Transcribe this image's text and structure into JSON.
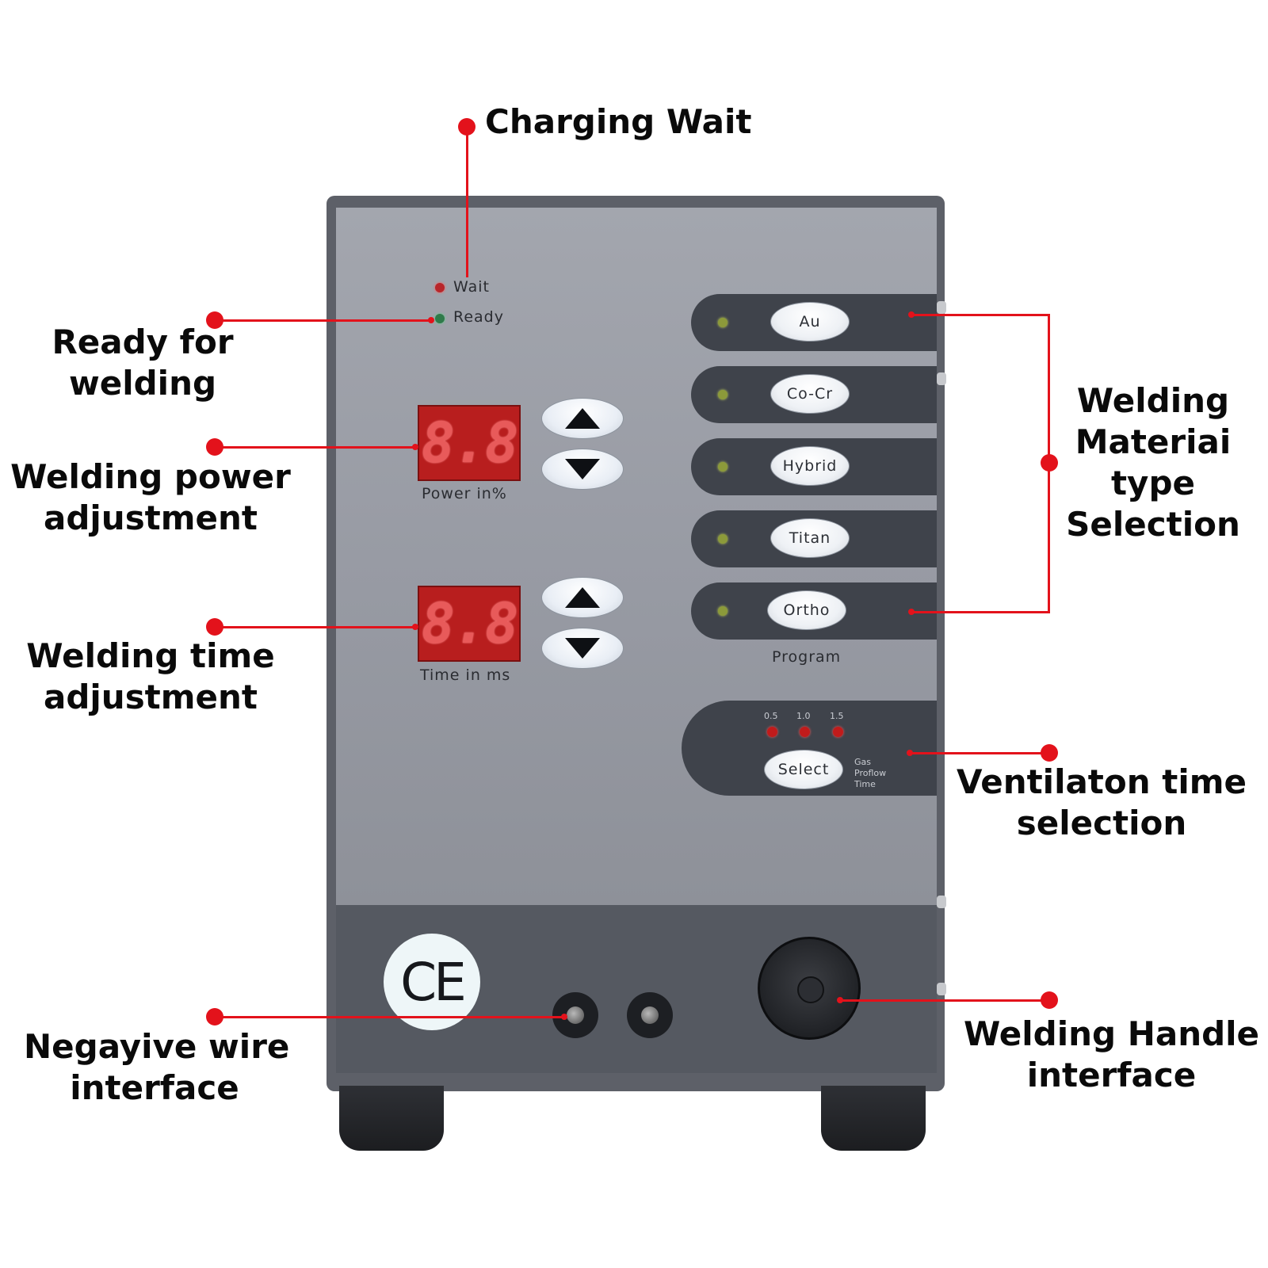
{
  "callouts": {
    "charging_wait": [
      "Charging Wait"
    ],
    "ready_for_welding": [
      "Ready for",
      "welding"
    ],
    "welding_power": [
      "Welding power",
      "adjustment"
    ],
    "welding_time": [
      "Welding time",
      "adjustment"
    ],
    "negative_wire": [
      "Negayive wire",
      "interface"
    ],
    "material_type": [
      "Welding",
      "Materiai",
      "type",
      "Selection"
    ],
    "ventilation_time": [
      "Ventilaton time",
      "selection"
    ],
    "welding_handle": [
      "Welding Handle",
      "interface"
    ]
  },
  "panel": {
    "wait_label": "Wait",
    "ready_label": "Ready",
    "power_display": "8.8",
    "power_label": "Power   in%",
    "time_display": "8.8",
    "time_label": "Time   in   ms",
    "materials": [
      "Au",
      "Co-Cr",
      "Hybrid",
      "Titan",
      "Ortho"
    ],
    "program_label": "Program",
    "vent_times": [
      "0.5",
      "1.0",
      "1.5"
    ],
    "select_label": "Select",
    "gas_label": [
      "Gas",
      "Proflow",
      "Time"
    ],
    "ce_mark": "CE"
  },
  "icons": {
    "up": "triangle-up",
    "down": "triangle-down"
  },
  "colors": {
    "leader": "#e3121b",
    "panel_face": "#9b9ea6",
    "dark_strip": "#3f434b",
    "display_red": "#b81e1e"
  }
}
